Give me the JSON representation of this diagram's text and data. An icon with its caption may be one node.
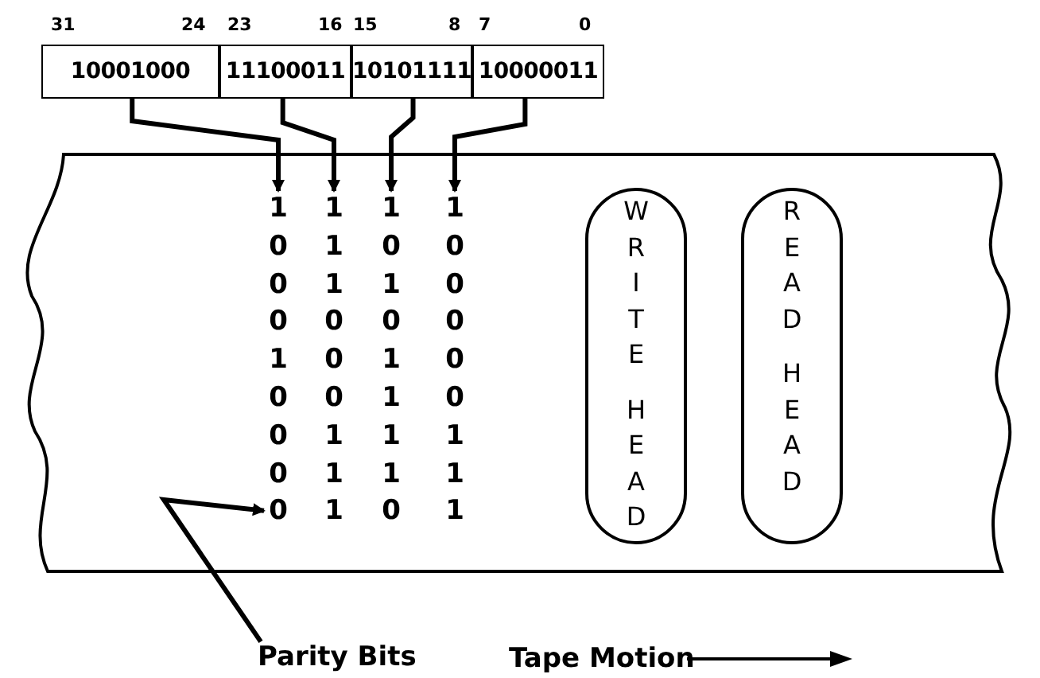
{
  "diagram": {
    "nodes": [
      {
        "text": [
          "10001000"
        ]
      },
      {
        "text": [
          "11100011"
        ]
      },
      {
        "text": [
          "10101111"
        ]
      },
      {
        "text": [
          "10000011"
        ]
      },
      {
        "text": [],
        "shape": "band"
      },
      {
        "text": [
          "1 0 0 0 1 0 0 0 0"
        ],
        "in": 4
      },
      {
        "text": [
          "1 1 1 0 0 0 1 1 1"
        ],
        "in": 4
      },
      {
        "text": [
          "1 0 1 0 1 1 1 1 0"
        ],
        "in": 4
      },
      {
        "text": [
          "1 0 0 0 0 0 1 1 1"
        ],
        "in": 4
      },
      {
        "text": [
          "WRITE HEAD"
        ],
        "in": 4
      },
      {
        "text": [
          "READ HEAD"
        ],
        "in": 4
      },
      {
        "text": [
          "Parity Bits"
        ]
      }
    ],
    "edges": [
      {
        "from": 0,
        "to": 5,
        "arrow": "to"
      },
      {
        "from": 1,
        "to": 6,
        "arrow": "to"
      },
      {
        "from": 2,
        "to": 7,
        "arrow": "to"
      },
      {
        "from": 3,
        "to": 8,
        "arrow": "to"
      },
      {
        "from": 11,
        "to": 5,
        "arrow": "to"
      }
    ],
    "labels": [
      "31",
      "24",
      "23",
      "16",
      "15",
      "8",
      "7",
      "0",
      "Tape Motion"
    ]
  }
}
